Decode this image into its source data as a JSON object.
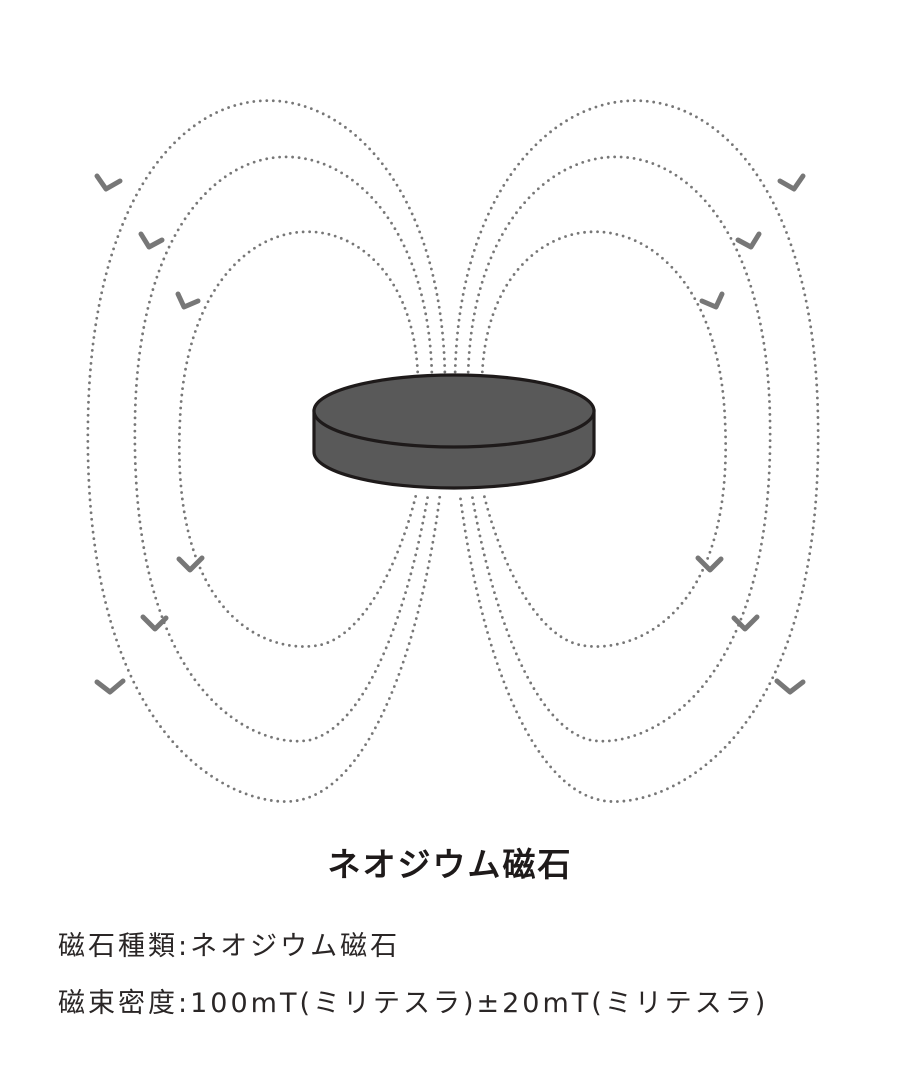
{
  "diagram": {
    "magnet_name": "ネオジウム磁石",
    "line_color": "#777777",
    "magnet_fill": "#595959",
    "magnet_outline": "#1e1a1a",
    "arrow_icon": "chevron-down-arrow",
    "field_line_style": "dotted"
  },
  "specs": [
    {
      "label": "磁石種類",
      "separator": ":",
      "value": "ネオジウム磁石"
    },
    {
      "label": "磁束密度",
      "separator": ":",
      "value": "100mT(ミリテスラ)±20mT(ミリテスラ)"
    }
  ]
}
